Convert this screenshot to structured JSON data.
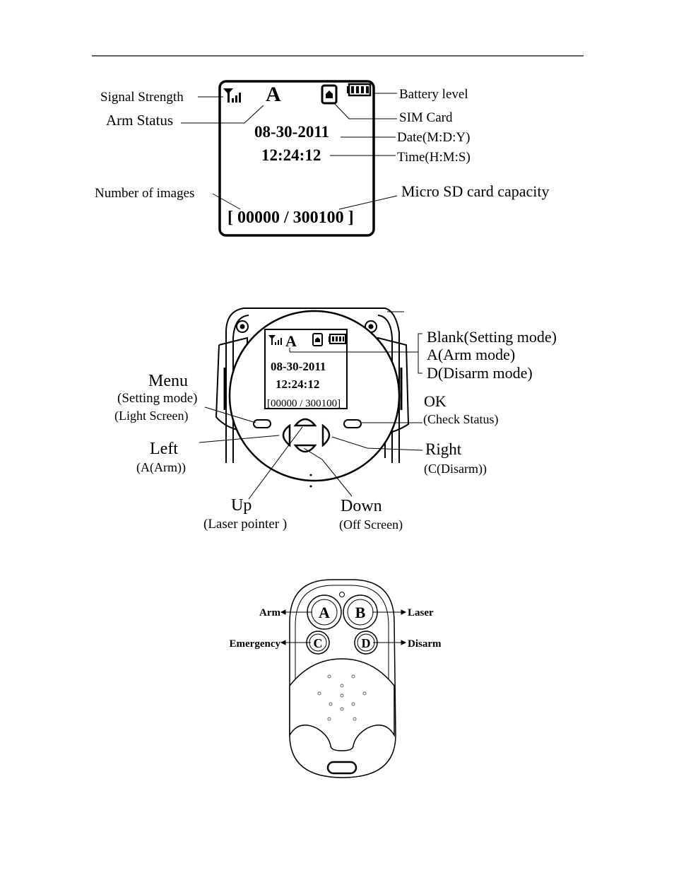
{
  "figure1": {
    "labels": {
      "signal_strength": "Signal Strength",
      "arm_status": "Arm Status",
      "battery_level": "Battery level",
      "sim_card": "SIM Card",
      "date": "Date(M:D:Y)",
      "time": "Time(H:M:S)",
      "number_of_images": "Number of images",
      "sd_capacity": "Micro SD card capacity"
    },
    "screen": {
      "arm_letter": "A",
      "date_value": "08-30-2011",
      "time_value": "12:24:12",
      "counter": "[ 00000 / 300100 ]"
    }
  },
  "figure2": {
    "modes": {
      "blank": "Blank(Setting mode)",
      "arm": "A(Arm mode)",
      "disarm": "D(Disarm mode)"
    },
    "screen": {
      "arm_letter": "A",
      "date_value": "08-30-2011",
      "time_value": "12:24:12",
      "counter": "[00000 / 300100]"
    },
    "buttons": {
      "menu": "Menu",
      "menu_sub1": "(Setting mode)",
      "menu_sub2": "(Light Screen)",
      "ok": "OK",
      "ok_sub": "(Check Status)",
      "left": "Left",
      "left_sub": "(A(Arm))",
      "right": "Right",
      "right_sub": "(C(Disarm))",
      "up": "Up",
      "up_sub": "(Laser pointer )",
      "down": "Down",
      "down_sub": "(Off Screen)"
    }
  },
  "figure3": {
    "keys": {
      "a": "A",
      "b": "B",
      "c": "C",
      "d": "D"
    },
    "labels": {
      "arm": "Arm",
      "laser": "Laser",
      "emergency": "Emergency",
      "disarm": "Disarm"
    }
  }
}
